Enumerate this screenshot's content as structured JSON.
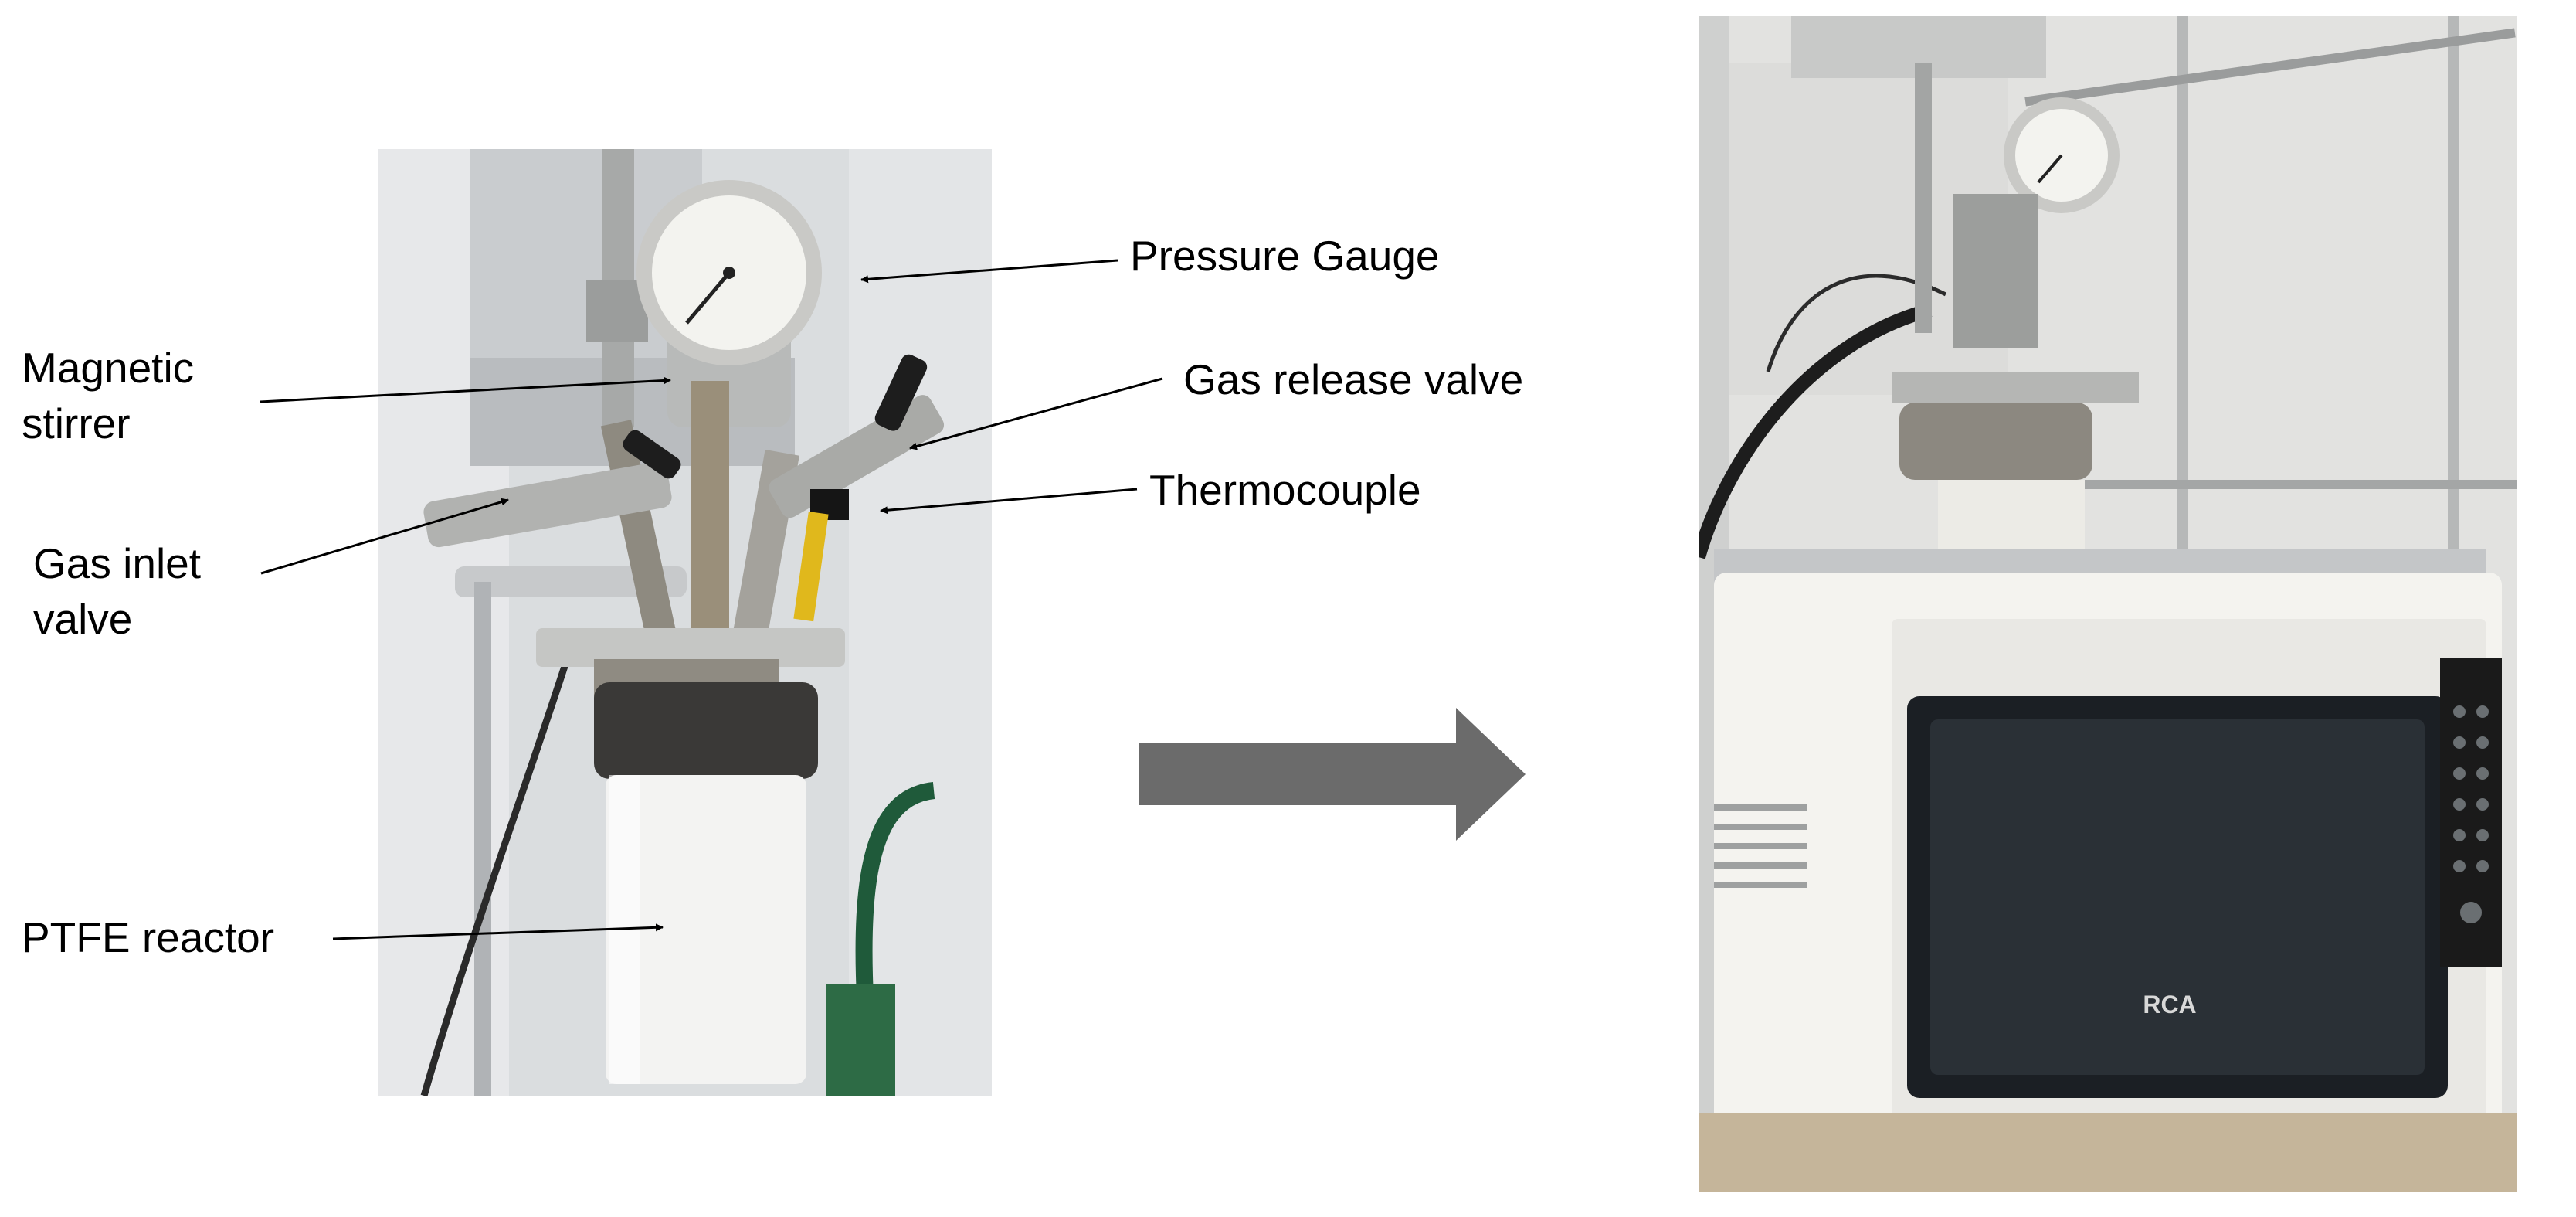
{
  "labels": {
    "pressure_gauge": "Pressure Gauge",
    "magnetic_stirrer_line1": "Magnetic",
    "magnetic_stirrer_line2": "stirrer",
    "gas_release_valve": "Gas release valve",
    "thermocouple": "Thermocouple",
    "gas_inlet_valve_line1": "Gas inlet",
    "gas_inlet_valve_line2": "valve",
    "ptfe_reactor": "PTFE reactor"
  },
  "microwave_brand": "RCA",
  "colors": {
    "arrow": "#6b6b6b",
    "text": "#000000",
    "ptfe": "#f2f2f2",
    "steel": "#9a9a96"
  }
}
